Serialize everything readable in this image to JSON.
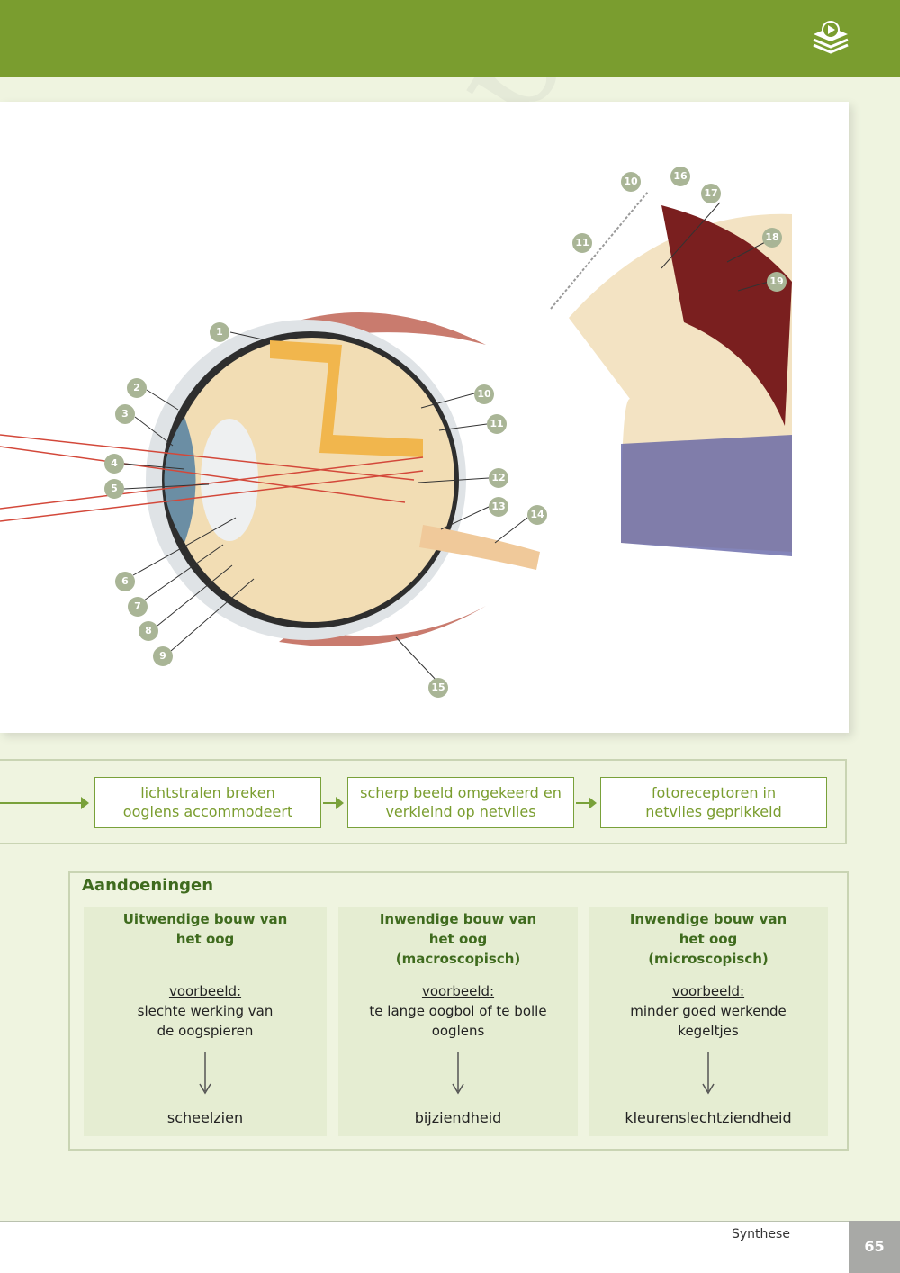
{
  "header": {
    "icon": "stacked-layers-play-icon",
    "bar_color": "#7a9d2f"
  },
  "figure": {
    "labels": [
      "1",
      "2",
      "3",
      "4",
      "5",
      "6",
      "7",
      "8",
      "9",
      "10",
      "11",
      "12",
      "13",
      "14",
      "15",
      "10",
      "11",
      "16",
      "17",
      "18",
      "19"
    ]
  },
  "flow": {
    "steps": [
      {
        "line1": "lichtstralen breken",
        "line2": "ooglens accommodeert"
      },
      {
        "line1": "scherp beeld omgekeerd en",
        "line2": "verkleind op netvlies"
      },
      {
        "line1": "fotoreceptoren in",
        "line2": "netvlies geprikkeld"
      }
    ]
  },
  "aandoeningen": {
    "title": "Aandoeningen",
    "columns": [
      {
        "head": [
          "Uitwendige bouw van",
          "het oog"
        ],
        "example_label": "voorbeeld:",
        "example": [
          "slechte werking van",
          "de oogspieren"
        ],
        "result": "scheelzien"
      },
      {
        "head": [
          "Inwendige bouw van",
          "het oog",
          "(macroscopisch)"
        ],
        "example_label": "voorbeeld:",
        "example": [
          "te lange oogbol of te bolle",
          "ooglens"
        ],
        "result": "bijziendheid"
      },
      {
        "head": [
          "Inwendige bouw van",
          "het oog",
          "(microscopisch)"
        ],
        "example_label": "voorbeeld:",
        "example": [
          "minder goed werkende",
          "kegeltjes"
        ],
        "result": "kleurenslechtziendheid"
      }
    ]
  },
  "footer": {
    "section": "Synthese",
    "page": "65"
  },
  "watermark": "Lesexemplaar"
}
